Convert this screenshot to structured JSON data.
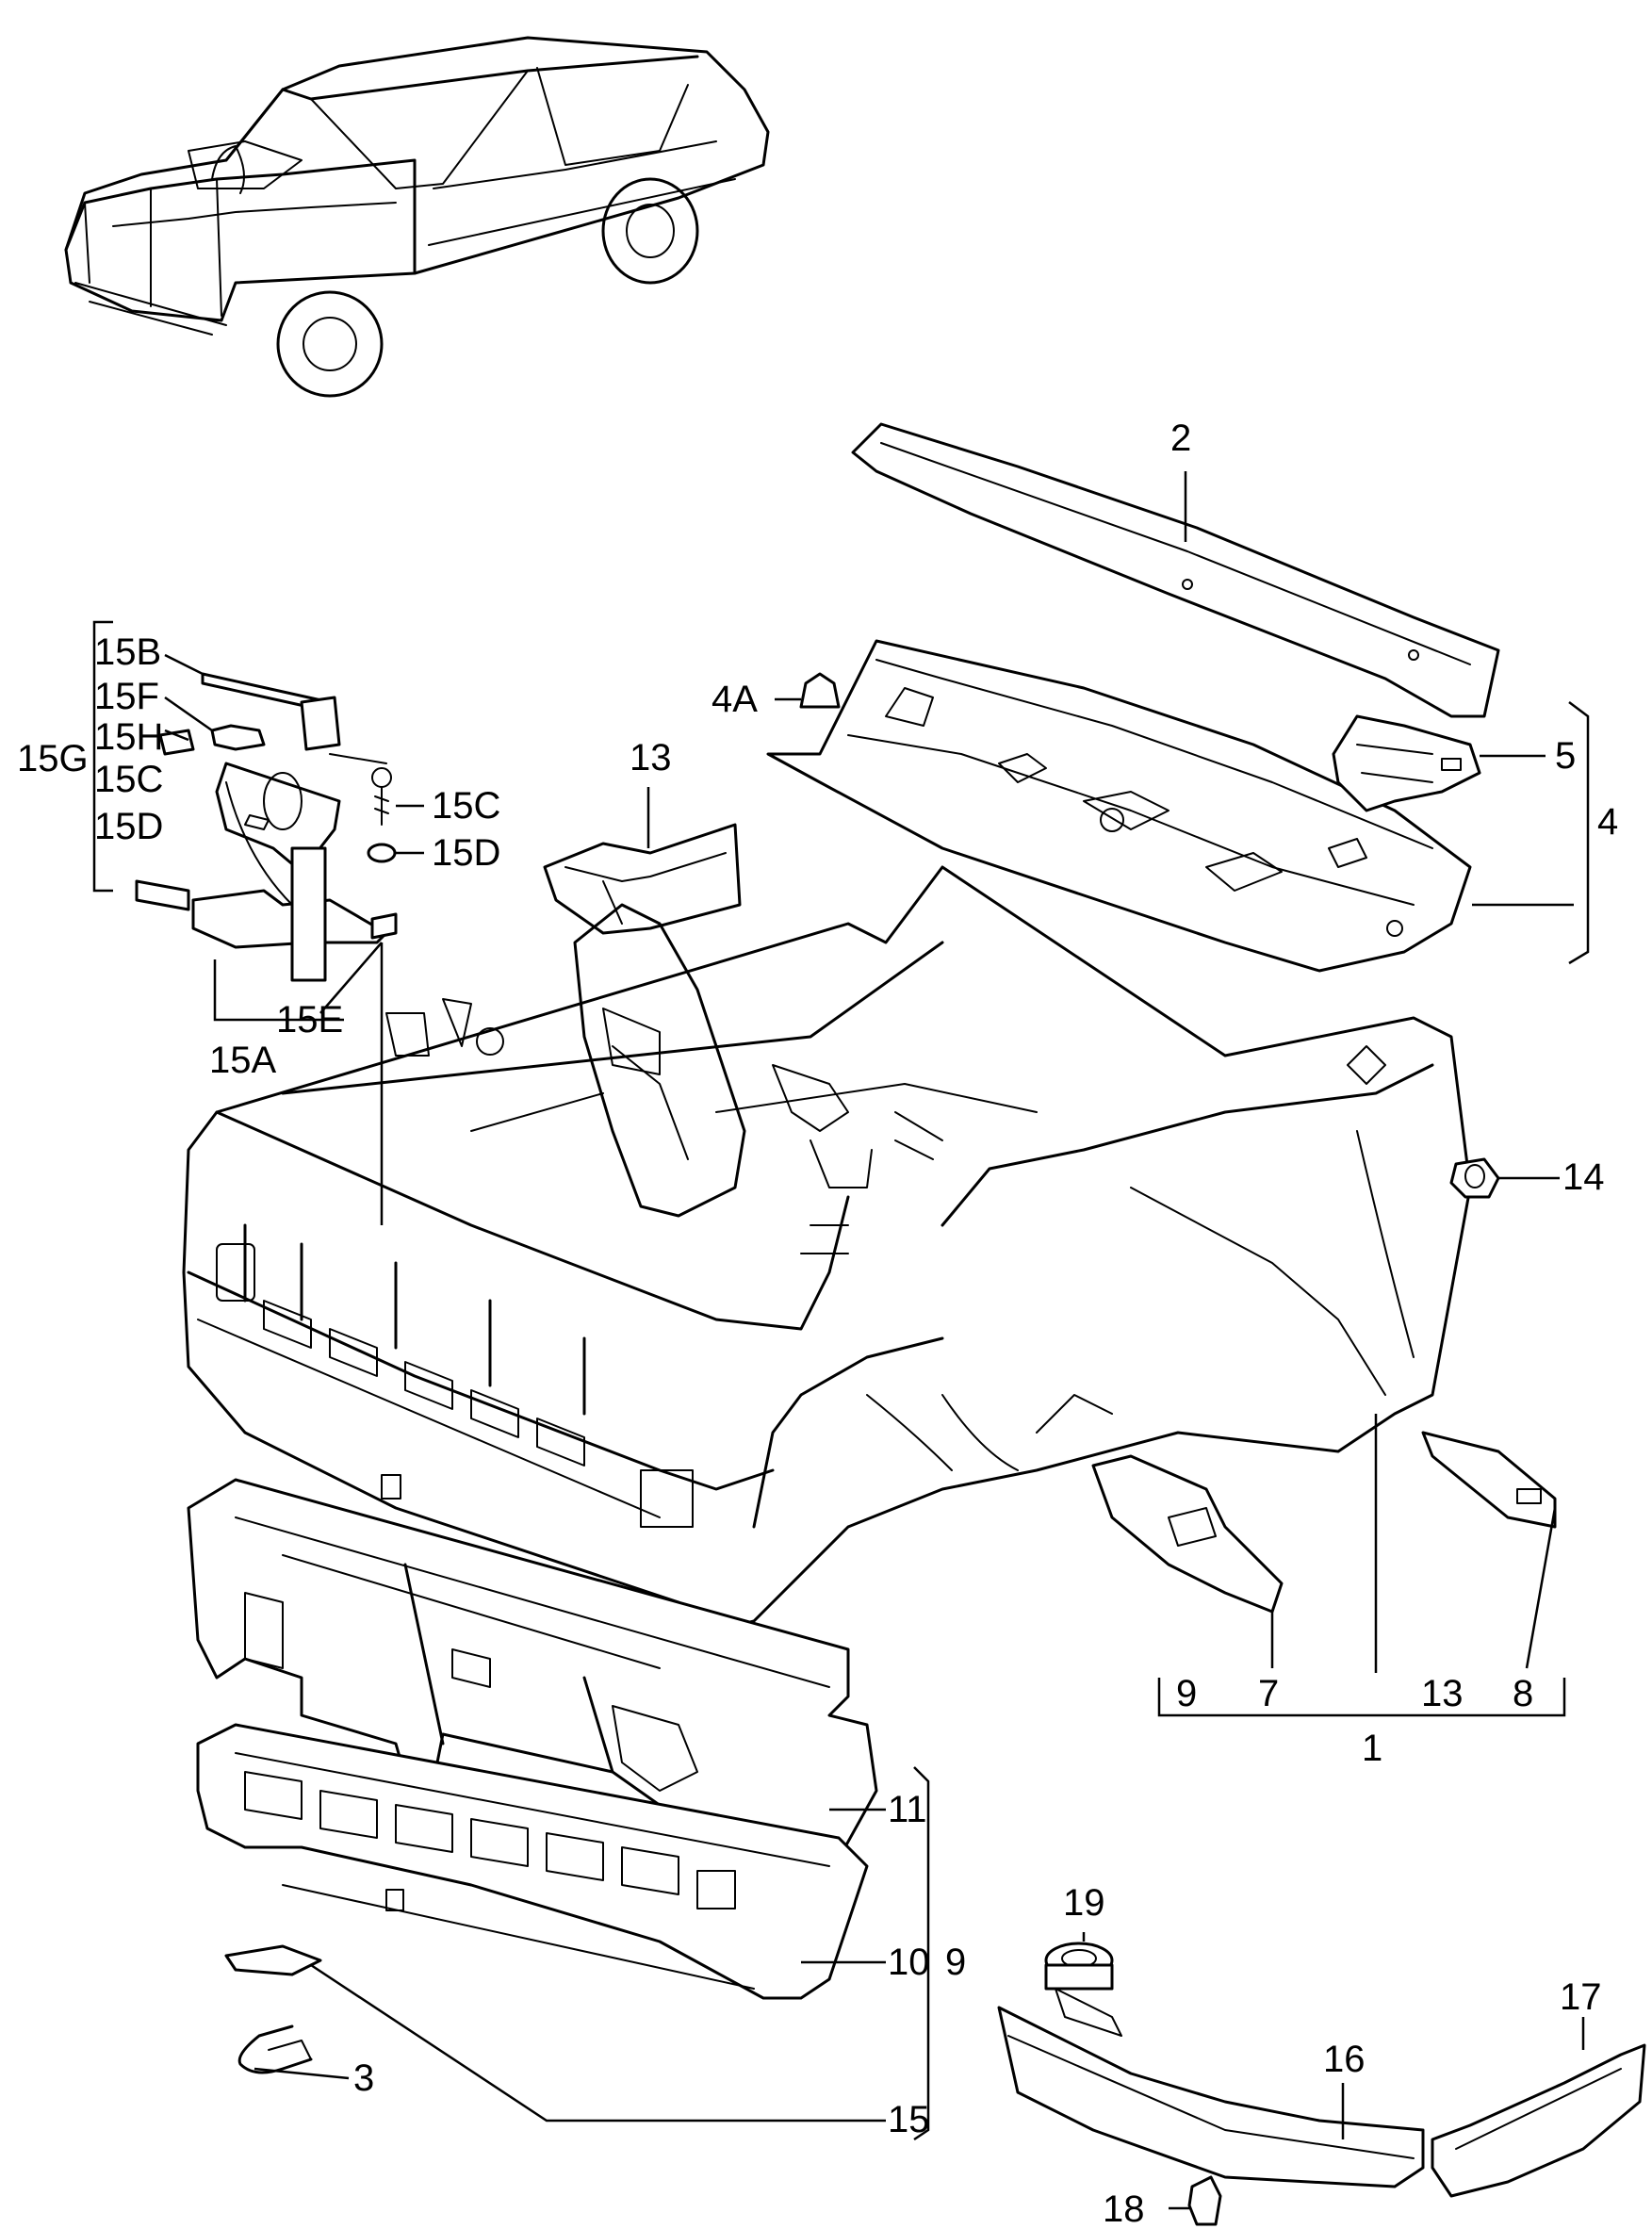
{
  "labels": {
    "l2": "2",
    "l4a": "4A",
    "l5": "5",
    "l4": "4",
    "l13_top": "13",
    "l15b": "15B",
    "l15f": "15F",
    "l15h": "15H",
    "l15g": "15G",
    "l15c_left": "15C",
    "l15d_left": "15D",
    "l15c": "15C",
    "l15d": "15D",
    "l15e": "15E",
    "l15a": "15A",
    "l14": "14",
    "l9_bottom": "9",
    "l7": "7",
    "l13_bottom": "13",
    "l8": "8",
    "l1": "1",
    "l11": "11",
    "l10": "10",
    "l9_right": "9",
    "l3": "3",
    "l15": "15",
    "l19": "19",
    "l17": "17",
    "l16": "16",
    "l18": "18"
  }
}
